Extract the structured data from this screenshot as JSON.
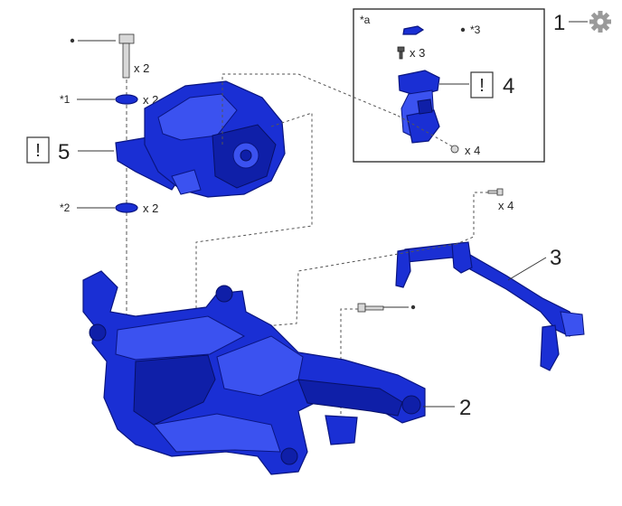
{
  "callouts": {
    "c1": "1",
    "c2": "2",
    "c3": "3",
    "c4": "4",
    "c5": "5"
  },
  "quantities": {
    "bolt_top": "x 2",
    "washer1": "x 2",
    "washer2": "x 2",
    "inset_bolt": "x 3",
    "inset_small_bolt": "x 4",
    "stabilizer_bolt": "x 4"
  },
  "references": {
    "star1": "*1",
    "star2": "*2",
    "star3": "*3",
    "star_a": "*a"
  },
  "warning_symbol": "!",
  "icons": {
    "gear": "gear-icon",
    "warning": "caution-icon"
  },
  "colors": {
    "part_blue": "#1a2fd4",
    "gear_gray": "#9a9a9a"
  }
}
